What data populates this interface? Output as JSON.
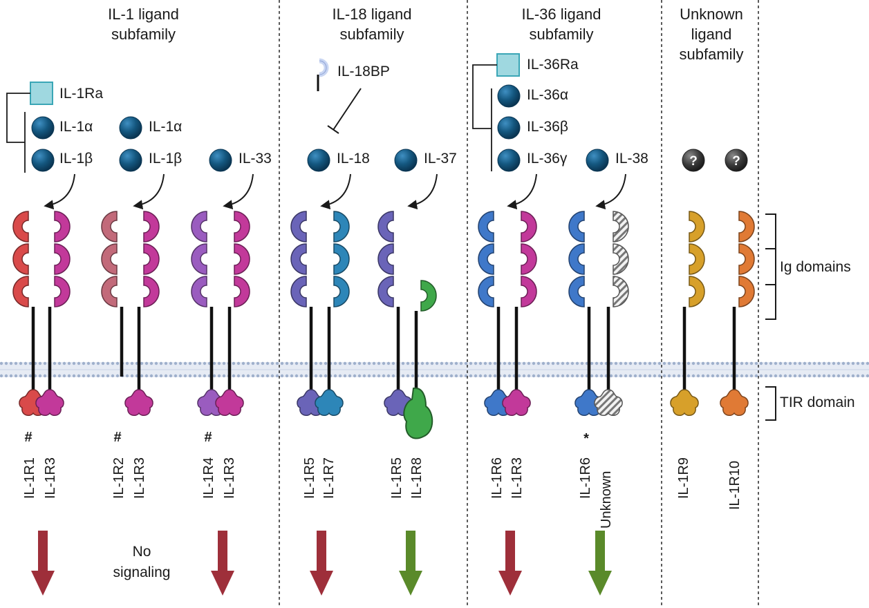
{
  "headers": {
    "il1": [
      "IL-1 ligand",
      "subfamily"
    ],
    "il18": [
      "IL-18 ligand",
      "subfamily"
    ],
    "il36": [
      "IL-36 ligand",
      "subfamily"
    ],
    "unknown": [
      "Unknown",
      "ligand",
      "subfamily"
    ]
  },
  "ligands": {
    "il1ra": "IL-1Ra",
    "il1a_a": "IL-1α",
    "il1b_a": "IL-1β",
    "il1a_b": "IL-1α",
    "il1b_b": "IL-1β",
    "il33": "IL-33",
    "il18bp": "IL-18BP",
    "il18": "IL-18",
    "il37": "IL-37",
    "il36ra": "IL-36Ra",
    "il36a": "IL-36α",
    "il36b": "IL-36β",
    "il36g": "IL-36γ",
    "il38": "IL-38",
    "unknown_mark": "?"
  },
  "receptor_labels": {
    "r1": "IL-1R1",
    "r3a": "IL-1R3",
    "r2": "IL-1R2",
    "r3b": "IL-1R3",
    "r4": "IL-1R4",
    "r3c": "IL-1R3",
    "r5a": "IL-1R5",
    "r7": "IL-1R7",
    "r5b": "IL-1R5",
    "r8": "IL-1R8",
    "r6a": "IL-1R6",
    "r3d": "IL-1R3",
    "r6b": "IL-1R6",
    "unk": "Unknown",
    "r9": "IL-1R9",
    "r10": "IL-1R10"
  },
  "marks": {
    "hash": "#",
    "star": "*"
  },
  "side_labels": {
    "ig": "Ig domains",
    "tir": "TIR domain"
  },
  "no_signaling": [
    "No",
    "signaling"
  ],
  "colors": {
    "il1r1": "#d94a4a",
    "il1r3": "#c2399a",
    "il1r2": "#c26a7a",
    "il1r4": "#9a5cbf",
    "il1r5": "#6a64b8",
    "il1r7": "#2d86b8",
    "il1r8": "#3fa84a",
    "il1r6": "#3f78c9",
    "il1r9": "#d7a02a",
    "il1r10": "#e07a35",
    "ligand": "#14577f",
    "antagonist": "#9fd8e0",
    "arrow_red": "#9e2f3a",
    "arrow_green": "#5a8a2a",
    "membrane": "#9fb0cc"
  }
}
